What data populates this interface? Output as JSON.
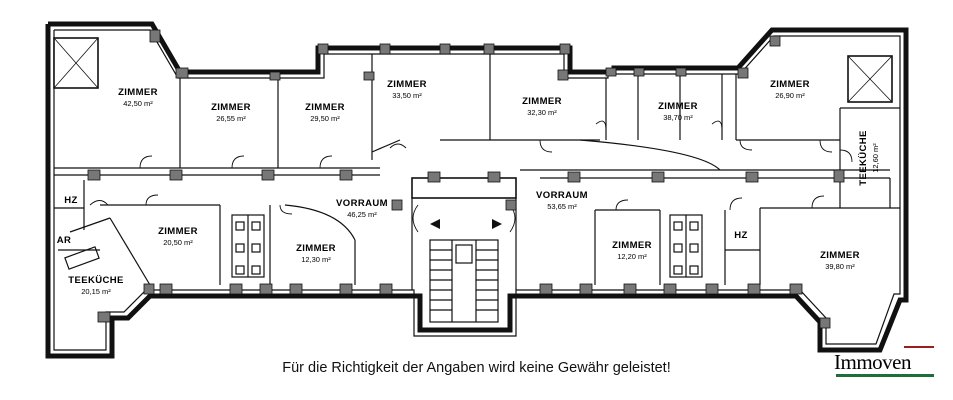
{
  "rooms": [
    {
      "id": "r1",
      "name": "Zimmer",
      "area": "42,50 m²"
    },
    {
      "id": "r2",
      "name": "Zimmer",
      "area": "26,55 m²"
    },
    {
      "id": "r3",
      "name": "Zimmer",
      "area": "29,50 m²"
    },
    {
      "id": "r4",
      "name": "Zimmer",
      "area": "33,50 m²"
    },
    {
      "id": "r5",
      "name": "Zimmer",
      "area": "32,30 m²"
    },
    {
      "id": "r6",
      "name": "Zimmer",
      "area": "38,70 m²"
    },
    {
      "id": "r7",
      "name": "Zimmer",
      "area": "26,90 m²"
    },
    {
      "id": "r8",
      "name": "Teeküche",
      "area": "12,60 m²"
    },
    {
      "id": "r9",
      "name": "HZ",
      "area": ""
    },
    {
      "id": "r10",
      "name": "AR",
      "area": ""
    },
    {
      "id": "r11",
      "name": "Zimmer",
      "area": "20,50 m²"
    },
    {
      "id": "r12",
      "name": "Teeküche",
      "area": "20,15 m²"
    },
    {
      "id": "r13",
      "name": "Vorraum",
      "area": "46,25 m²"
    },
    {
      "id": "r14",
      "name": "Zimmer",
      "area": "12,30 m²"
    },
    {
      "id": "r15",
      "name": "Vorraum",
      "area": "53,65 m²"
    },
    {
      "id": "r16",
      "name": "Zimmer",
      "area": "12,20 m²"
    },
    {
      "id": "r17",
      "name": "HZ",
      "area": ""
    },
    {
      "id": "r18",
      "name": "Zimmer",
      "area": "39,80 m²"
    }
  ],
  "disclaimer": "Für die Richtigkeit der Angaben wird keine Gewähr geleistet!",
  "logo": {
    "text": "Immoven",
    "bar_color": "#1f6e3a",
    "roof_color": "#9c1d1d"
  }
}
